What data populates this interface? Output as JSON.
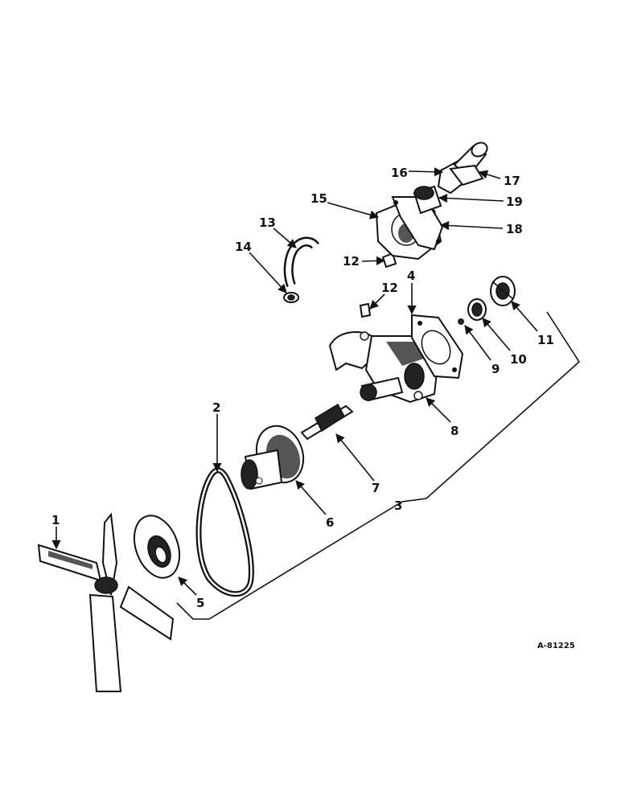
{
  "diagram": {
    "drawing_code": "A-81225",
    "callouts": [
      "1",
      "2",
      "3",
      "4",
      "5",
      "6",
      "7",
      "8",
      "9",
      "10",
      "11",
      "12",
      "12",
      "13",
      "14",
      "15",
      "16",
      "17",
      "18",
      "19"
    ]
  }
}
